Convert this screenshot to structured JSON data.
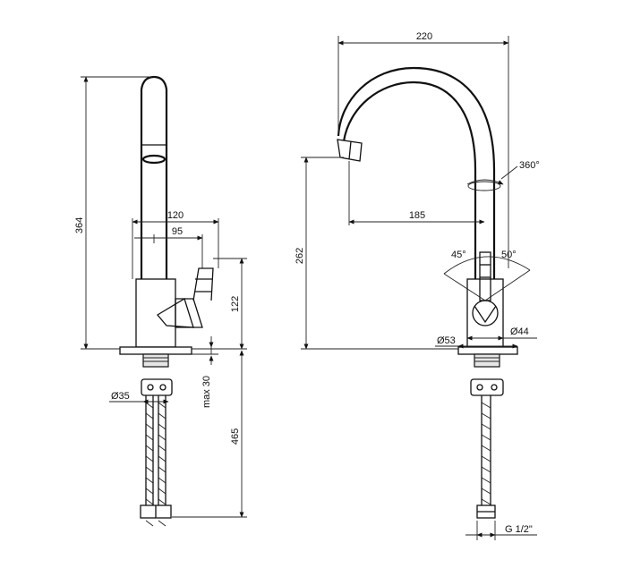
{
  "dimensions": {
    "height_total": "364",
    "reach_120": "120",
    "reach_95": "95",
    "handle_height": "122",
    "thread_dia": "Ø35",
    "max_thickness": "max 30",
    "hose_length": "465",
    "width_220": "220",
    "swivel": "360°",
    "spout_reach": "185",
    "spout_height": "262",
    "angle_left": "45°",
    "angle_right": "50°",
    "base_dia": "Ø53",
    "body_dia": "Ø44",
    "connection": "G 1/2\""
  }
}
